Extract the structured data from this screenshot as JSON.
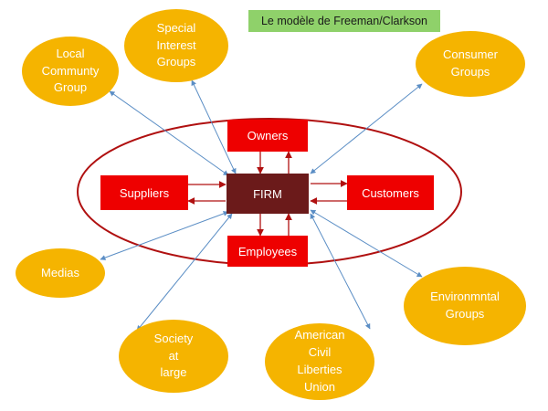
{
  "title": "Le modèle de Freeman/Clarkson",
  "center": {
    "label": "FIRM"
  },
  "inner": {
    "owners": {
      "label": "Owners"
    },
    "suppliers": {
      "label": "Suppliers"
    },
    "customers": {
      "label": "Customers"
    },
    "employees": {
      "label": "Employees"
    }
  },
  "outer": [
    {
      "id": "local-community-group",
      "lines": [
        "Local",
        "Communty",
        "Group"
      ]
    },
    {
      "id": "special-interest-groups",
      "lines": [
        "Special",
        "Interest",
        "Groups"
      ]
    },
    {
      "id": "consumer-groups",
      "lines": [
        "Consumer",
        "Groups"
      ]
    },
    {
      "id": "medias",
      "lines": [
        "Medias"
      ]
    },
    {
      "id": "society-at-large",
      "lines": [
        "Society",
        "at",
        "large"
      ]
    },
    {
      "id": "american-civil-liberties-union",
      "lines": [
        "American",
        "Civil",
        "Liberties",
        "Union"
      ]
    },
    {
      "id": "environmental-groups",
      "lines": [
        "Environmntal",
        "Groups"
      ]
    }
  ],
  "colors": {
    "outer_node": "#f5b400",
    "inner_box": "#ee0000",
    "firm": "#6b1a1a",
    "ring": "#b01010",
    "connector": "#5b8ec5",
    "title_bg": "#8fd16a"
  }
}
